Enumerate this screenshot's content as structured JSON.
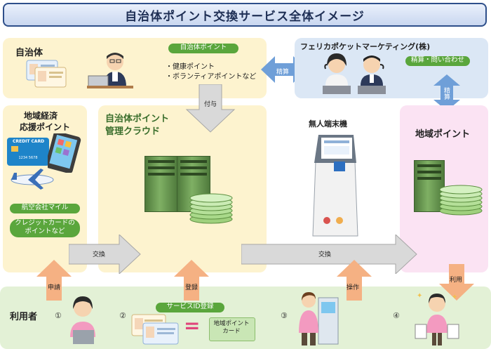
{
  "title": "自治体ポイント交換サービス全体イメージ",
  "municipality": {
    "label": "自治体",
    "pill": "自治体ポイント",
    "bullets": [
      "・健康ポイント",
      "・ボランティアポイントなど"
    ]
  },
  "felica": {
    "label": "フェリカポケットマーケティング(株)",
    "pill": "精算・問い合わせ"
  },
  "regional_support": {
    "title_line1": "地域経済",
    "title_line2": "応援ポイント",
    "credit_card_text": "CREDIT CARD",
    "airline_pill": "航空会社マイル",
    "card_pill": "クレジットカードの\nポイントなど"
  },
  "cloud": {
    "title_line1": "自治体ポイント",
    "title_line2": "管理クラウド"
  },
  "kiosk": {
    "label": "無人端末機"
  },
  "regional_point": {
    "label": "地域ポイント"
  },
  "users": {
    "label": "利用者",
    "service_id_pill": "サービスID登録",
    "equals": "=",
    "card_label": "地域ポイント\nカード",
    "steps": [
      "①",
      "②",
      "③",
      "④"
    ]
  },
  "arrows": {
    "seisan_left": "精算",
    "seisan_right": "精算",
    "fuyo": "付与",
    "koukan_1": "交換",
    "koukan_2": "交換",
    "shinsei": "申請",
    "touroku": "登録",
    "sousa": "操作",
    "riyou": "利用"
  },
  "colors": {
    "title_border": "#2e4f8a",
    "cream_panel": "#fdf3cf",
    "blue_panel": "#dbe7f5",
    "pink_panel": "#fbe3f3",
    "green_band": "#e3f1d6",
    "pill_green": "#5aa63c",
    "arrow_blue": "#6f9fd8",
    "arrow_orange": "#f5b183",
    "arrow_gray": "#d9d9d9"
  }
}
